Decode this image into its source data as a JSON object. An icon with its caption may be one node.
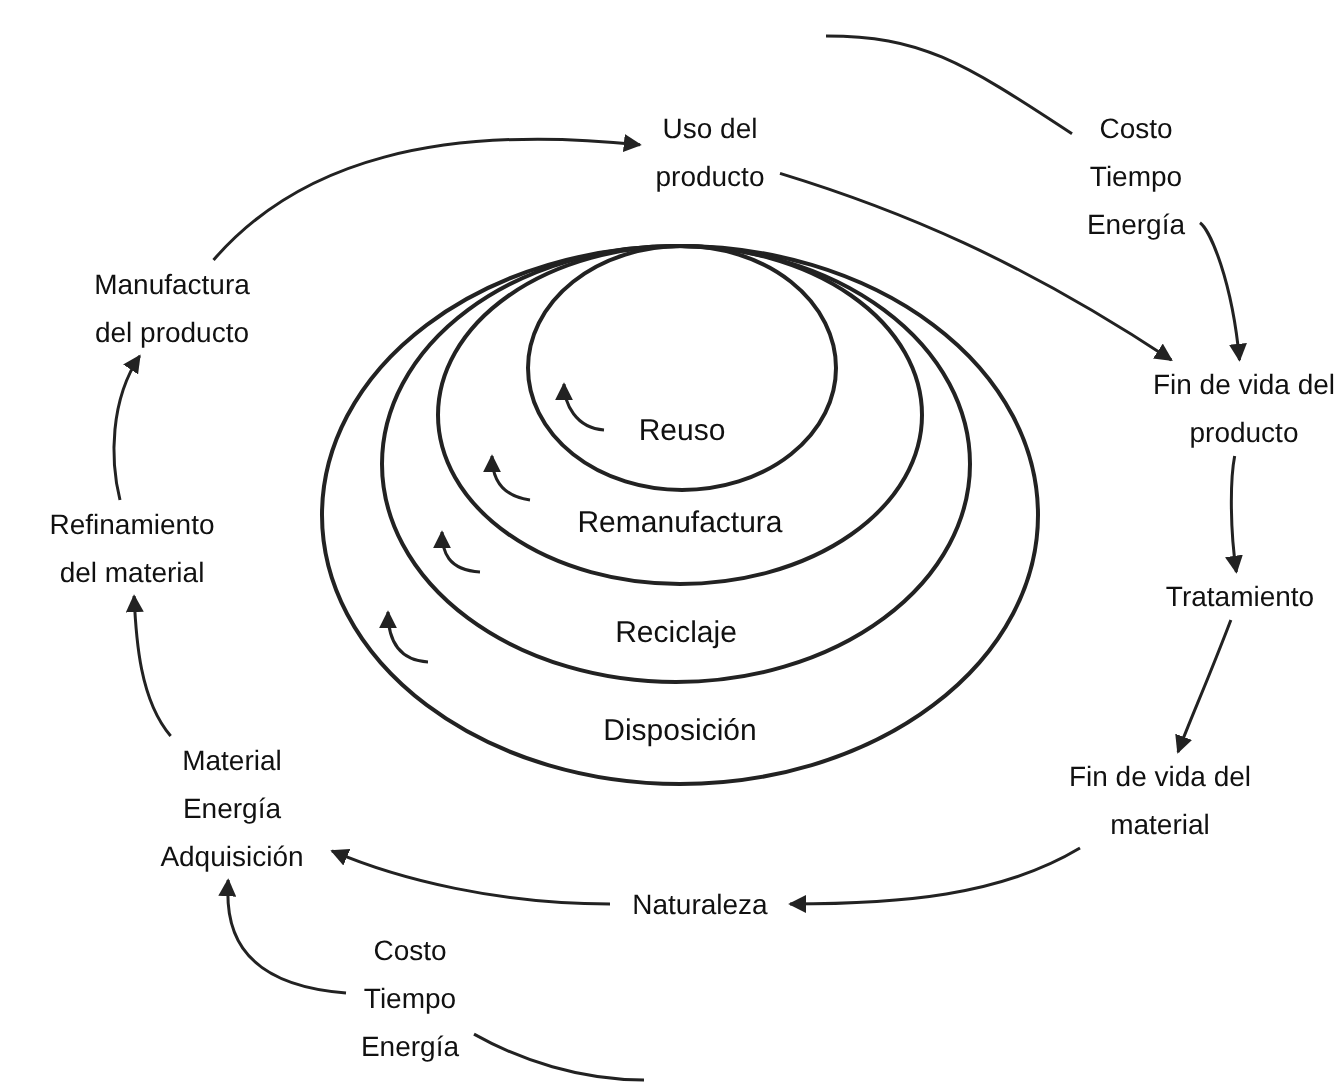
{
  "diagram": {
    "nodes": [
      {
        "text": [
          "Uso del producto"
        ]
      },
      {
        "text": [
          "Costo Tiempo Energía"
        ]
      },
      {
        "text": [
          "Fin de vida del producto"
        ]
      },
      {
        "text": [
          "Tratamiento"
        ]
      },
      {
        "text": [
          "Fin de vida del material"
        ]
      },
      {
        "text": [
          "Naturaleza"
        ]
      },
      {
        "text": [
          "Costo Tiempo Energía"
        ]
      },
      {
        "text": [
          "Material Energía Adquisición"
        ]
      },
      {
        "text": [
          "Refinamiento del material"
        ]
      },
      {
        "text": [
          "Manufactura del producto"
        ]
      },
      {
        "text": [
          "Disposición"
        ]
      },
      {
        "text": [
          "Reciclaje"
        ],
        "in": 10
      },
      {
        "text": [
          "Remanufactura"
        ],
        "in": 11
      },
      {
        "text": [
          "Reuso"
        ],
        "in": 12
      }
    ],
    "edges": [
      {
        "from": 9,
        "to": 0,
        "arrow": "to"
      },
      {
        "from": 0,
        "to": 2,
        "arrow": "to"
      },
      {
        "from": null,
        "to": 1,
        "arrow": "none"
      },
      {
        "from": 1,
        "to": 2,
        "arrow": "to"
      },
      {
        "from": 2,
        "to": 3,
        "arrow": "to"
      },
      {
        "from": 3,
        "to": 4,
        "arrow": "to"
      },
      {
        "from": 4,
        "to": 5,
        "arrow": "to"
      },
      {
        "from": 5,
        "to": 7,
        "arrow": "to"
      },
      {
        "from": 6,
        "to": null,
        "arrow": "none"
      },
      {
        "from": 6,
        "to": 7,
        "arrow": "to"
      },
      {
        "from": 7,
        "to": 8,
        "arrow": "to"
      },
      {
        "from": 8,
        "to": 9,
        "arrow": "to"
      }
    ]
  }
}
